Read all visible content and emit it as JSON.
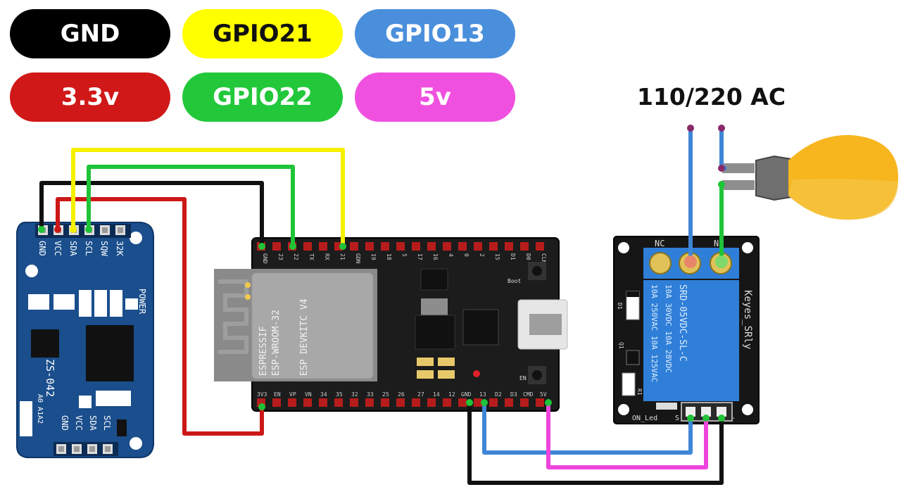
{
  "legend": [
    {
      "label": "GND",
      "bg": "#000000",
      "fg": "#ffffff"
    },
    {
      "label": "GPIO21",
      "bg": "#ffff00",
      "fg": "#111111"
    },
    {
      "label": "GPIO13",
      "bg": "#4a8fdc",
      "fg": "#ffffff"
    },
    {
      "label": "3.3v",
      "bg": "#d01818",
      "fg": "#ffffff"
    },
    {
      "label": "GPIO22",
      "bg": "#22c83a",
      "fg": "#ffffff"
    },
    {
      "label": "5v",
      "bg": "#f050e0",
      "fg": "#ffffff"
    }
  ],
  "power_label": "110/220 AC",
  "rtc": {
    "top_pins": [
      "GND",
      "VCC",
      "SDA",
      "SCL",
      "SQW",
      "32K"
    ],
    "bottom_pins": [
      "GND",
      "VCC",
      "SDA",
      "SCL"
    ],
    "model": "ZS-042",
    "power_label": "POWER",
    "addr_label": "A0 A1A2"
  },
  "esp32": {
    "top_pins": [
      "GND",
      "23",
      "22",
      "TX",
      "RX",
      "21",
      "GDN",
      "19",
      "18",
      "5",
      "17",
      "16",
      "4",
      "0",
      "2",
      "15",
      "D1",
      "D0",
      "CLK"
    ],
    "bottom_pins": [
      "3V3",
      "EN",
      "VP",
      "VN",
      "34",
      "35",
      "32",
      "33",
      "25",
      "26",
      "27",
      "14",
      "12",
      "GND",
      "13",
      "D2",
      "D3",
      "CMD",
      "5V"
    ],
    "module_lines": [
      "ESPRESSIF",
      "ESP-WROOM-32",
      "ESP DEVKITC V4"
    ],
    "boot_label": "Boot",
    "en_label": "EN"
  },
  "relay": {
    "nc_label": "NC",
    "no_label": "N",
    "relay_text": [
      "10A 250VAC  10A 125VAC",
      "10A 30VDC  10A 28VDC",
      "SRD-05VDC-SL-C"
    ],
    "brand": "Keyes_SRly",
    "led_label": "ON_Led",
    "s_label": "S",
    "minus_label": "-",
    "d1_label": "D1",
    "q1_label": "Q1",
    "r1_label": "R1"
  },
  "colors": {
    "gnd": "#111111",
    "gpio21": "#f5f000",
    "gpio13": "#3f86d6",
    "v33": "#cc1717",
    "gpio22": "#1fc437",
    "v5": "#ee44dd",
    "rtc_board": "#1a4e8c",
    "esp_board": "#1c1c1c",
    "relay_board": "#161616",
    "relay_blue": "#2f7fd8",
    "bulb": "#f7b51e"
  }
}
